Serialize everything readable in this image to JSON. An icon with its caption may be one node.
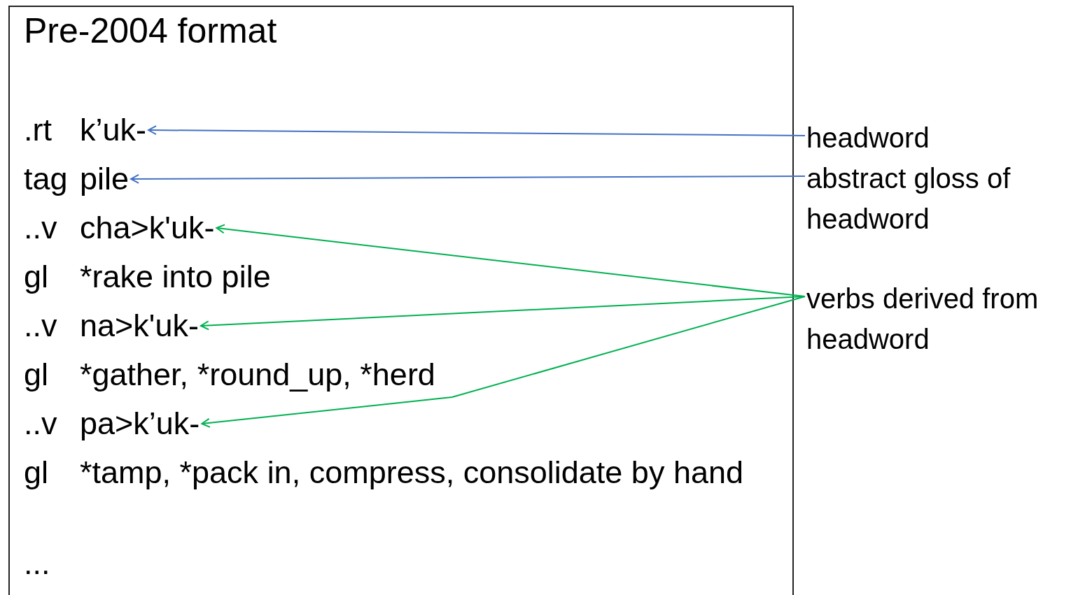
{
  "diagram": {
    "nodes": [
      {
        "text": [
          "Pre-2004 format"
        ]
      },
      {
        "text": [
          ".rt",
          "k’uk-"
        ],
        "in": 0
      },
      {
        "text": [
          "tag",
          "pile"
        ],
        "in": 0
      },
      {
        "text": [
          "..v",
          "cha>k'uk-"
        ],
        "in": 0
      },
      {
        "text": [
          "gl",
          "*rake into pile"
        ],
        "in": 0
      },
      {
        "text": [
          "..v",
          "na>k'uk-"
        ],
        "in": 0
      },
      {
        "text": [
          "gl",
          "*gather, *round_up, *herd"
        ],
        "in": 0
      },
      {
        "text": [
          "..v",
          "pa>k’uk-"
        ],
        "in": 0
      },
      {
        "text": [
          "gl",
          "*tamp, *pack in, compress, consolidate by hand"
        ],
        "in": 0
      },
      {
        "text": [
          "..."
        ],
        "in": 0
      },
      {
        "text": [
          "headword"
        ]
      },
      {
        "text": [
          "abstract gloss of headword"
        ]
      },
      {
        "text": [
          "verbs derived from headword"
        ]
      }
    ],
    "edges": [
      {
        "from": 10,
        "to": 1,
        "arrow": "to",
        "color": "#4472c4"
      },
      {
        "from": 11,
        "to": 2,
        "arrow": "to",
        "color": "#4472c4"
      },
      {
        "from": 12,
        "to": 3,
        "arrow": "to"
      },
      {
        "from": 12,
        "to": 5,
        "arrow": "to"
      },
      {
        "from": 12,
        "to": 7,
        "arrow": "to"
      }
    ]
  }
}
